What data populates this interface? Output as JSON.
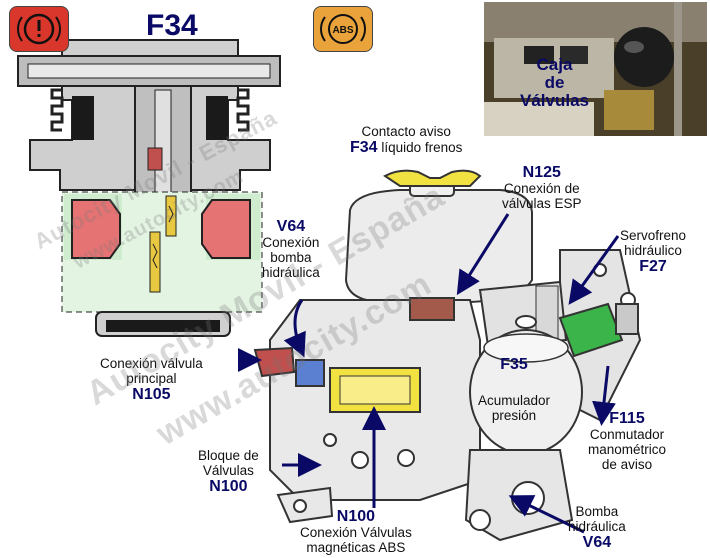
{
  "title": "F34",
  "warning_icons": {
    "left": "(!)",
    "right": "ABS"
  },
  "photo_label": [
    "Caja",
    "de",
    "Válvulas"
  ],
  "labels": {
    "contacto": {
      "line1": "Contacto aviso",
      "code": "F34",
      "line2": "líquido frenos"
    },
    "n125": {
      "code": "N125",
      "line1": "Conexión de",
      "line2": "válvulas ESP"
    },
    "v64_top": {
      "code": "V64",
      "line1": "Conexión",
      "line2": "bomba",
      "line3": "hidráulica"
    },
    "servofreno": {
      "line1": "Servofreno",
      "line2": "hidráulico",
      "code": "F27"
    },
    "n105": {
      "line1": "Conexión válvula",
      "line2": "principal",
      "code": "N105"
    },
    "f35": {
      "code": "F35",
      "line1": "Acumulador",
      "line2": "presión"
    },
    "f115": {
      "code": "F115",
      "line1": "Conmutador",
      "line2": "manométrico",
      "line3": "de aviso"
    },
    "bloque": {
      "line1": "Bloque de",
      "line2": "Válvulas",
      "code": "N100"
    },
    "n100_bottom": {
      "code": "N100",
      "line1": "Conexión Válvulas",
      "line2": "magnéticas ABS"
    },
    "bomba": {
      "line1": "Bomba",
      "line2": "hidráulica",
      "code": "V64"
    }
  },
  "watermarks": [
    "Autocity Movil - España",
    "www.autocity.com",
    "Autocity Movil - España",
    "www.autocity.com"
  ],
  "colors": {
    "label_code": "#0a0a66",
    "arrow": "#0a0a66",
    "warning_red": "#d9372b",
    "warning_amber": "#e9a33a",
    "valve_green": "#3bb54a"
  }
}
